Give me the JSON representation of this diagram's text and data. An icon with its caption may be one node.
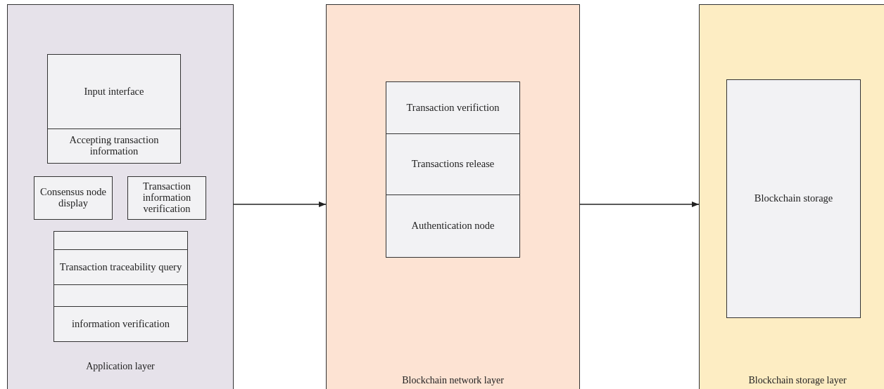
{
  "diagram": {
    "nodes": [
      {
        "text": [
          "Application layer"
        ]
      },
      {
        "text": [
          "Input interface"
        ],
        "in": 0
      },
      {
        "text": [
          "Accepting transaction information"
        ],
        "in": 0
      },
      {
        "text": [
          "Consensus node display"
        ],
        "in": 0
      },
      {
        "text": [
          "Transaction information verification"
        ],
        "in": 0
      },
      {
        "text": [],
        "shape": "box",
        "in": 0
      },
      {
        "text": [
          "Transaction traceability query"
        ],
        "in": 0
      },
      {
        "text": [],
        "shape": "box",
        "in": 0
      },
      {
        "text": [
          "information verification"
        ],
        "in": 0
      },
      {
        "text": [
          "Blockchain network layer"
        ]
      },
      {
        "text": [
          "Transaction verifiction"
        ],
        "in": 9
      },
      {
        "text": [
          "Transactions release"
        ],
        "in": 9
      },
      {
        "text": [
          "Authentication node"
        ],
        "in": 9
      },
      {
        "text": [
          "Blockchain storage layer"
        ]
      },
      {
        "text": [
          "Blockchain storage"
        ],
        "in": 13
      }
    ],
    "edges": [
      {
        "from": 0,
        "to": 9,
        "arrow": "to"
      },
      {
        "from": 9,
        "to": 13,
        "arrow": "to"
      }
    ]
  }
}
